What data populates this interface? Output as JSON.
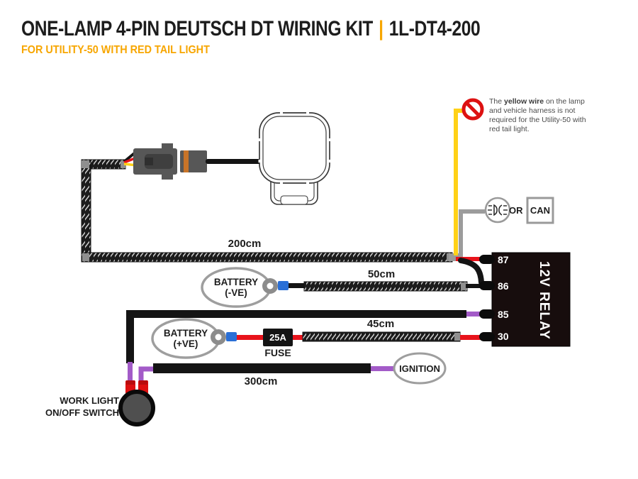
{
  "header": {
    "title": "ONE-LAMP 4-PIN DEUTSCH DT WIRING KIT",
    "separator": "|",
    "code": "1L-DT4-200",
    "subtitle": "FOR UTILITY-50 WITH RED TAIL LIGHT"
  },
  "note": {
    "text_prefix": "The ",
    "text_bold": "yellow wire",
    "text_suffix": " on the lamp and vehicle harness is not required for the Utility-50 with red tail light."
  },
  "connector_options": {
    "or": "OR",
    "can": "CAN"
  },
  "relay": {
    "label": "12V RELAY",
    "pins": [
      "87",
      "86",
      "85",
      "30"
    ]
  },
  "wire_lengths": {
    "lamp_harness": "200cm",
    "battery_negative": "50cm",
    "battery_positive": "45cm",
    "ignition": "300cm"
  },
  "battery_negative": {
    "line1": "BATTERY",
    "line2": "(-VE)"
  },
  "battery_positive": {
    "line1": "BATTERY",
    "line2": "(+VE)"
  },
  "fuse": {
    "rating": "25A",
    "label": "FUSE"
  },
  "ignition": {
    "label": "IGNITION"
  },
  "work_switch": {
    "line1": "WORK LIGHT",
    "line2": "ON/OFF SWITCH"
  },
  "icons": {
    "prohibited": "no-symbol",
    "lamp": "work-lamp-outline",
    "headlight": "headlight-bulb-symbol"
  },
  "colors": {
    "accent_orange": "#F7A600",
    "wire_yellow": "#FFD117",
    "wire_gray": "#9C9C9C",
    "wire_purple": "#A35BC8",
    "wire_red": "#E8131B",
    "wire_black": "#141414",
    "crimp_blue": "#2A6FD6",
    "crimp_red": "#DE1010",
    "relay_bg": "#170D0D",
    "prohibit_red": "#DD1111"
  }
}
